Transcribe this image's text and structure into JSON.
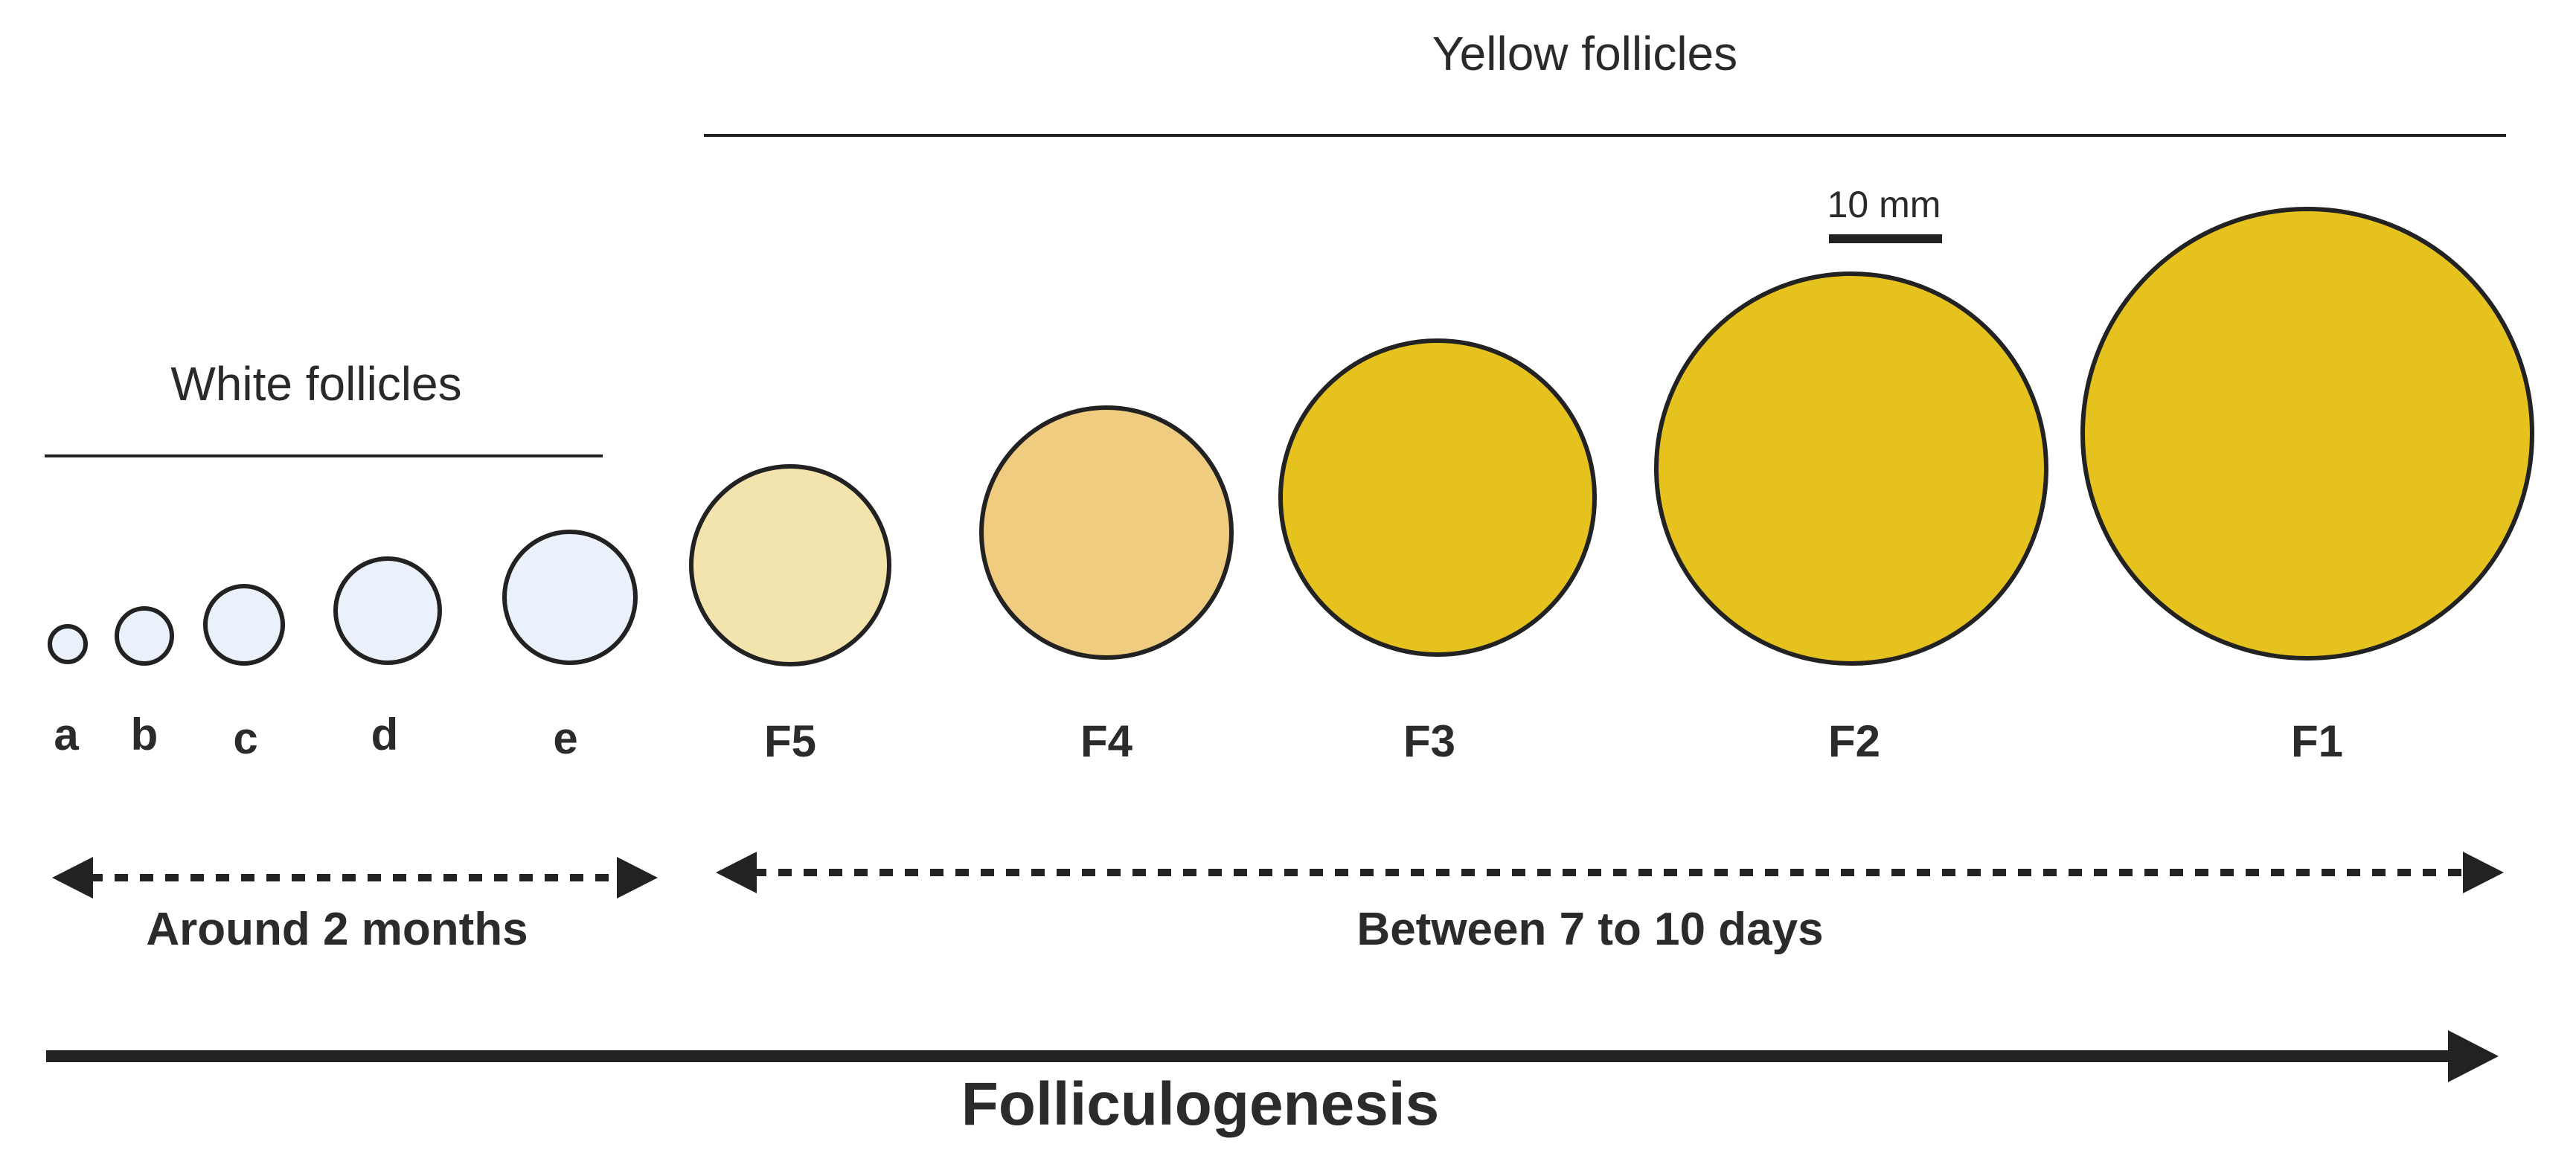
{
  "groups": {
    "white": {
      "title": "White follicles"
    },
    "yellow": {
      "title": "Yellow follicles"
    }
  },
  "scale_bar": {
    "label": "10 mm"
  },
  "follicles": [
    {
      "label": "a",
      "color": "#eaf1fb"
    },
    {
      "label": "b",
      "color": "#eaf1fb"
    },
    {
      "label": "c",
      "color": "#eaf1fb"
    },
    {
      "label": "d",
      "color": "#eaf1fb"
    },
    {
      "label": "e",
      "color": "#eaf1fb"
    },
    {
      "label": "F5",
      "color": "#f3e4ae"
    },
    {
      "label": "F4",
      "color": "#efcc80"
    },
    {
      "label": "F3",
      "color": "#e6c21f"
    },
    {
      "label": "F2",
      "color": "#e6c21f"
    },
    {
      "label": "F1",
      "color": "#e6c21f"
    }
  ],
  "spans": {
    "white": {
      "label": "Around 2 months"
    },
    "yellow": {
      "label": "Between 7 to 10 days"
    }
  },
  "process": {
    "label": "Folliculogenesis"
  },
  "colors": {
    "line": "#222222",
    "text": "#2b2b2b"
  }
}
